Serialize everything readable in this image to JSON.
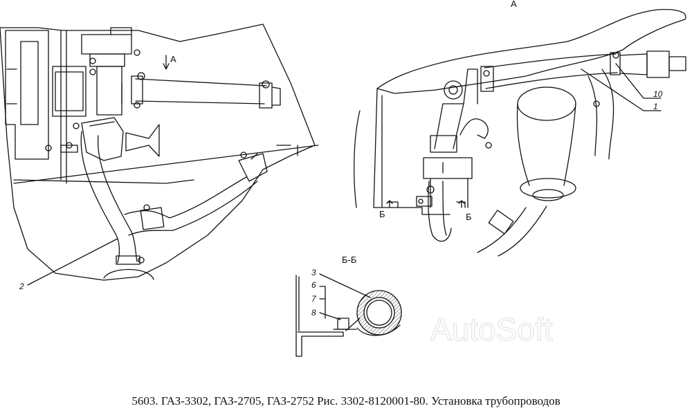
{
  "view_labels": {
    "view_a_title": "А",
    "view_a_arrow": "А",
    "section_title": "Б-Б",
    "section_mark_left": "Б",
    "section_mark_right": "Б"
  },
  "callouts": {
    "c1": "1",
    "c2": "2",
    "c3": "3",
    "c6": "6",
    "c7": "7",
    "c8": "8",
    "c10": "10"
  },
  "watermark": "AutoSoft",
  "caption": "5603. ГАЗ-3302, ГАЗ-2705, ГАЗ-2752 Рис. 3302-8120001-80. Установка трубопроводов"
}
